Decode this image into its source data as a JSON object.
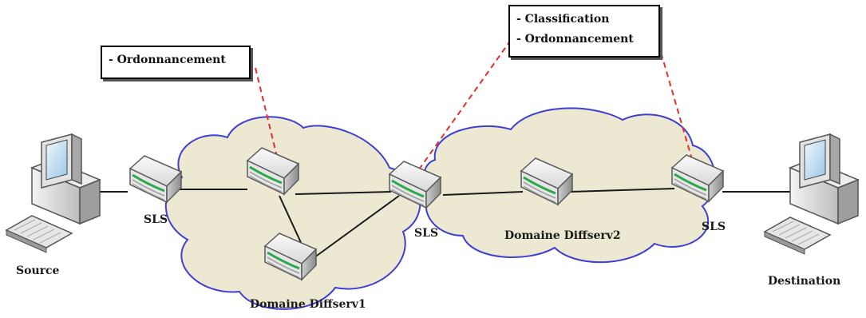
{
  "labels": {
    "source": "Source",
    "destination": "Destination",
    "sls_left": "SLS",
    "sls_middle": "SLS",
    "sls_right": "SLS",
    "domain1": "Domaine Diffserv1",
    "domain2": "Domaine Diffserv2"
  },
  "callouts": {
    "left": {
      "lines": [
        "- Ordonnancement"
      ]
    },
    "right": {
      "lines": [
        "- Classification",
        "- Ordonnancement"
      ]
    }
  },
  "colors": {
    "cloud_fill": "#ece8d2",
    "cloud_stroke": "#3f3fd0",
    "link": "#1a1a1a",
    "callout_line": "#e03030",
    "router_body": "#e9e9e9",
    "router_accent": "#29a84a"
  },
  "icons": {
    "router": "router-icon",
    "computer": "computer-icon",
    "keyboard": "keyboard-icon"
  }
}
